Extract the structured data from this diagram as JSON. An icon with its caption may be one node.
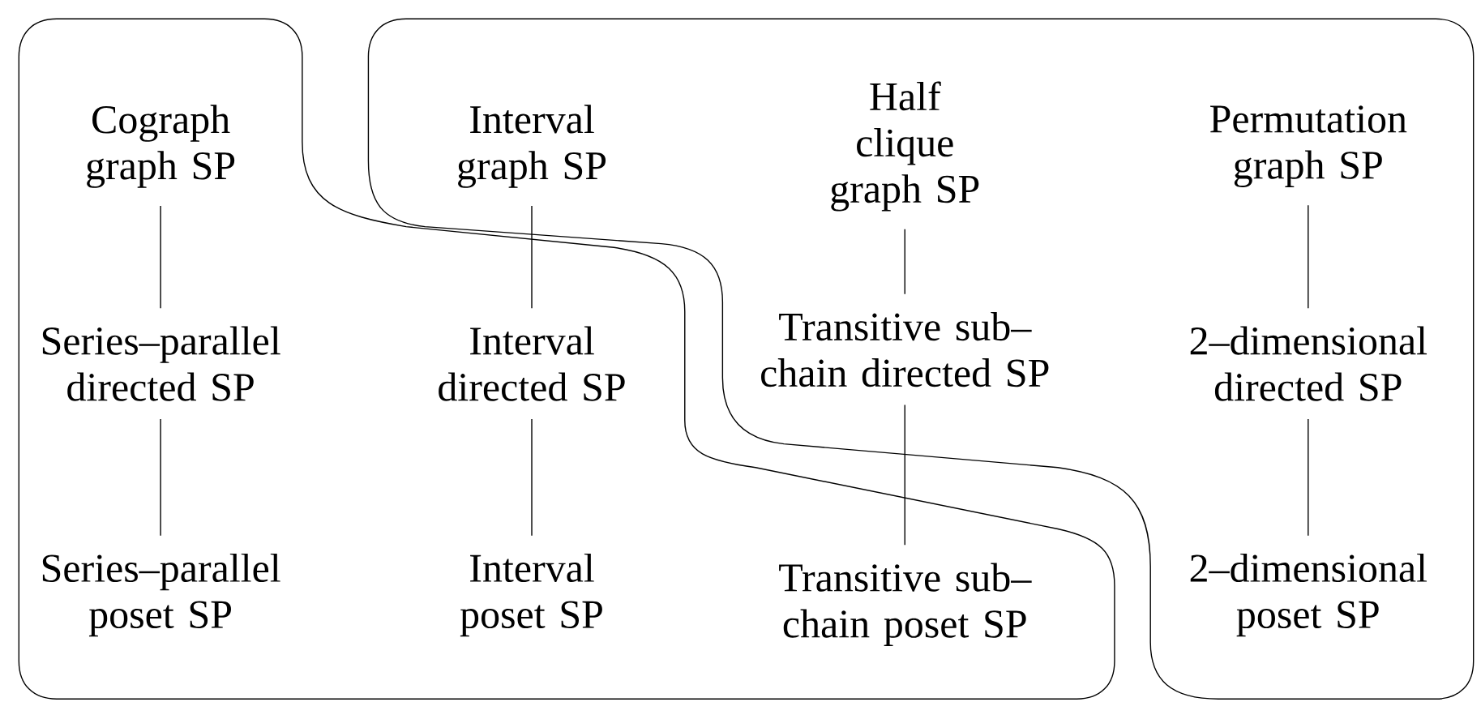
{
  "diagram": {
    "nodes": [
      {
        "text": [
          "Cograph graph SP"
        ]
      },
      {
        "text": [
          "Interval graph SP"
        ]
      },
      {
        "text": [
          "Half clique graph SP"
        ]
      },
      {
        "text": [
          "Permutation graph SP"
        ]
      },
      {
        "text": [
          "Series–parallel directed SP"
        ]
      },
      {
        "text": [
          "Interval directed SP"
        ]
      },
      {
        "text": [
          "Transitive sub–chain directed SP"
        ]
      },
      {
        "text": [
          "2–dimensional directed SP"
        ]
      },
      {
        "text": [
          "Series–parallel poset SP"
        ]
      },
      {
        "text": [
          "Interval poset SP"
        ]
      },
      {
        "text": [
          "Transitive sub–chain poset SP"
        ]
      },
      {
        "text": [
          "2–dimensional poset SP"
        ]
      }
    ],
    "edges": [
      {
        "from": 0,
        "to": 4,
        "arrow": "none"
      },
      {
        "from": 4,
        "to": 8,
        "arrow": "none"
      },
      {
        "from": 1,
        "to": 5,
        "arrow": "none"
      },
      {
        "from": 5,
        "to": 9,
        "arrow": "none"
      },
      {
        "from": 2,
        "to": 6,
        "arrow": "none"
      },
      {
        "from": 6,
        "to": 10,
        "arrow": "none"
      },
      {
        "from": 3,
        "to": 7,
        "arrow": "none"
      },
      {
        "from": 7,
        "to": 11,
        "arrow": "none"
      }
    ]
  }
}
